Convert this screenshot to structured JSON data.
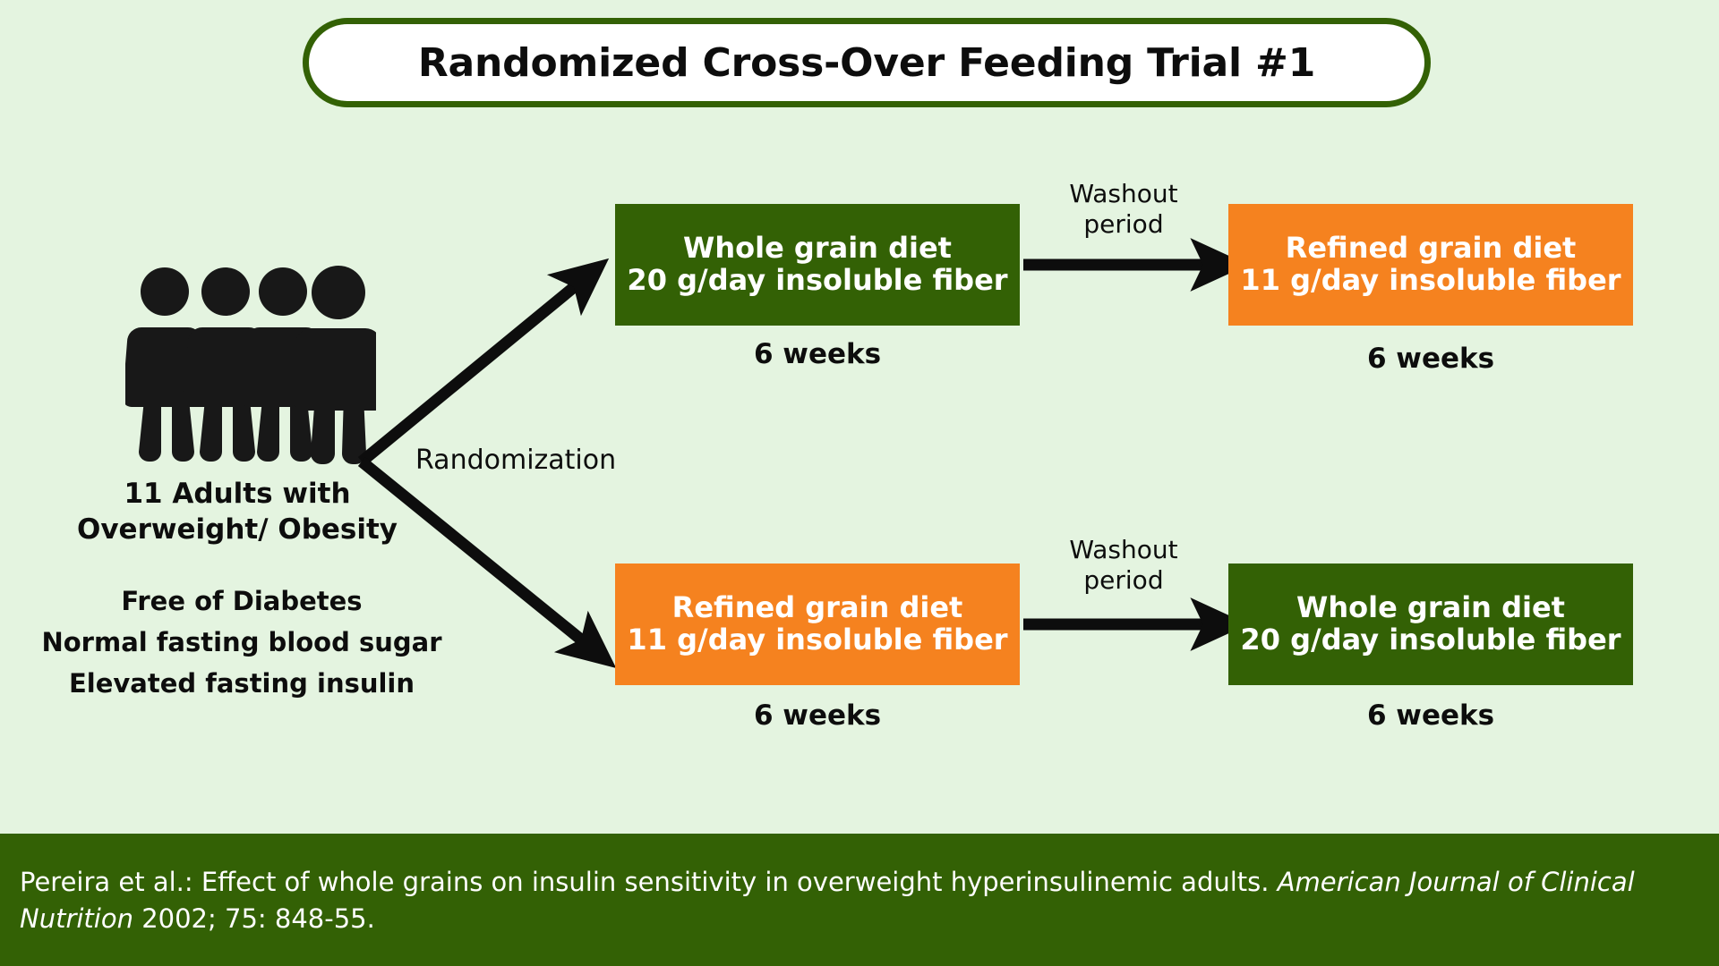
{
  "title": {
    "text": "Randomized Cross-Over Feeding Trial #1"
  },
  "colors": {
    "background": "#e4f4e0",
    "dark_green": "#336105",
    "orange": "#f5821f",
    "white": "#ffffff",
    "black": "#0d0d0d"
  },
  "population": {
    "icon": "four-people-icon",
    "lines": [
      "11 Adults with",
      "Overweight/ Obesity"
    ],
    "criteria": [
      "Free of Diabetes",
      "Normal fasting blood sugar",
      "Elevated fasting insulin"
    ]
  },
  "randomization": {
    "label": "Randomization"
  },
  "arms": [
    {
      "id": "arm-1",
      "period_1": {
        "diet": "Whole grain diet",
        "fiber": "20 g/day insoluble fiber",
        "duration": "6 weeks",
        "color": "green"
      },
      "washout": {
        "line1": "Washout",
        "line2": "period"
      },
      "period_2": {
        "diet": "Refined grain diet",
        "fiber": "11 g/day insoluble fiber",
        "duration": "6 weeks",
        "color": "orange"
      }
    },
    {
      "id": "arm-2",
      "period_1": {
        "diet": "Refined grain diet",
        "fiber": "11 g/day insoluble fiber",
        "duration": "6 weeks",
        "color": "orange"
      },
      "washout": {
        "line1": "Washout",
        "line2": "period"
      },
      "period_2": {
        "diet": "Whole grain diet",
        "fiber": "20 g/day insoluble fiber",
        "duration": "6 weeks",
        "color": "green"
      }
    }
  ],
  "citation": {
    "part1": "Pereira et al.:  Effect of whole grains on insulin sensitivity in overweight hyperinsulinemic adults. ",
    "journal": "American Journal of Clinical Nutrition",
    "part2": " 2002; 75: 848-55."
  }
}
